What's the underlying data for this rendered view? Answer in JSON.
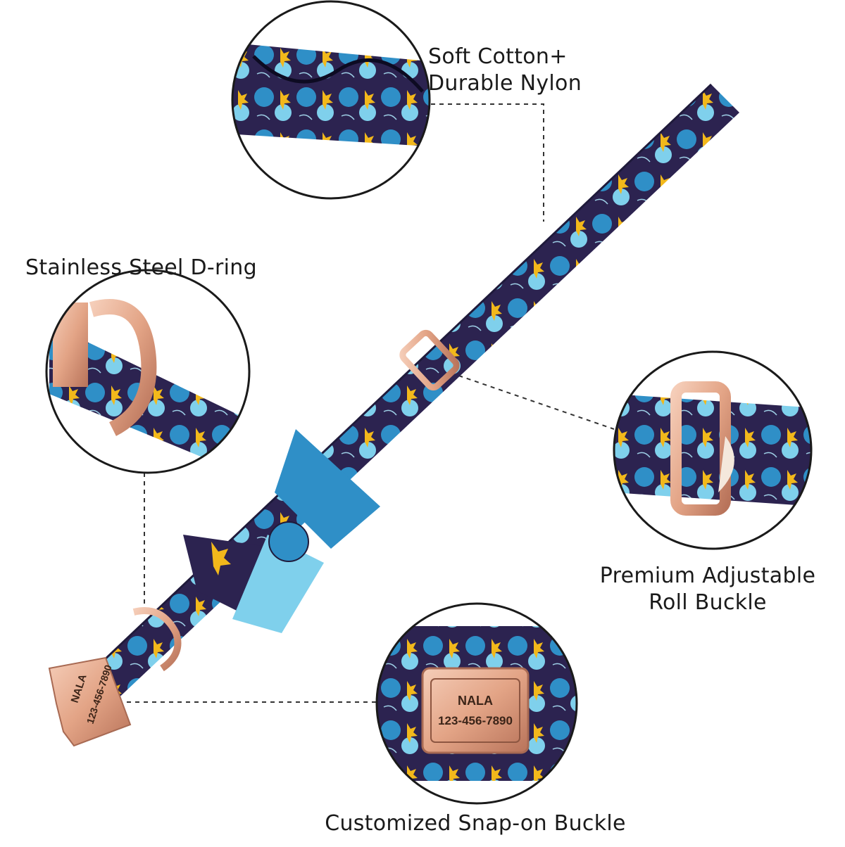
{
  "features": {
    "material": {
      "line1": "Soft Cotton+",
      "line2": "Durable Nylon"
    },
    "d_ring": {
      "label": "Stainless Steel D-ring"
    },
    "roll_buckle": {
      "line1": "Premium Adjustable",
      "line2": "Roll Buckle"
    },
    "snap_buckle": {
      "label": "Customized Snap-on Buckle"
    }
  },
  "engraving": {
    "name": "NALA",
    "phone": "123-456-7890"
  },
  "colors": {
    "fabric_navy": "#2c2350",
    "fabric_blue": "#2f8fc7",
    "fabric_light": "#7fd0ec",
    "fabric_yellow": "#f2b81b",
    "hardware_rose_gold": "#e3a486",
    "circle_outline": "#1a1a1a"
  },
  "icons": [
    "collar-illustration",
    "bow-tie",
    "d-ring-icon",
    "roll-buckle-icon",
    "snap-buckle-icon"
  ]
}
